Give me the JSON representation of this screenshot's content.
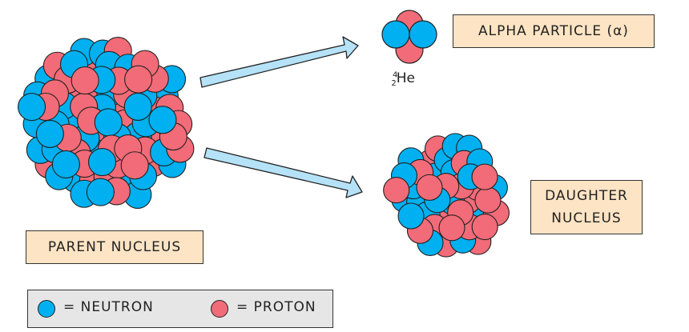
{
  "colors": {
    "neutron": "#00b0f0",
    "proton": "#f26b78",
    "label_bg": "#fde4c4",
    "legend_bg": "#e6e6e6",
    "arrow": "#b5e2f7"
  },
  "labels": {
    "alpha": "ALPHA  PARTICLE (α)",
    "parent": "PARENT  NUCLEUS",
    "daughter_line1": "DAUGHTER",
    "daughter_line2": "NUCLEUS"
  },
  "helium": {
    "mass": "4",
    "atomic": "2",
    "symbol": "He"
  },
  "legend": {
    "neutron": "= NEUTRON",
    "proton": "= PROTON"
  }
}
